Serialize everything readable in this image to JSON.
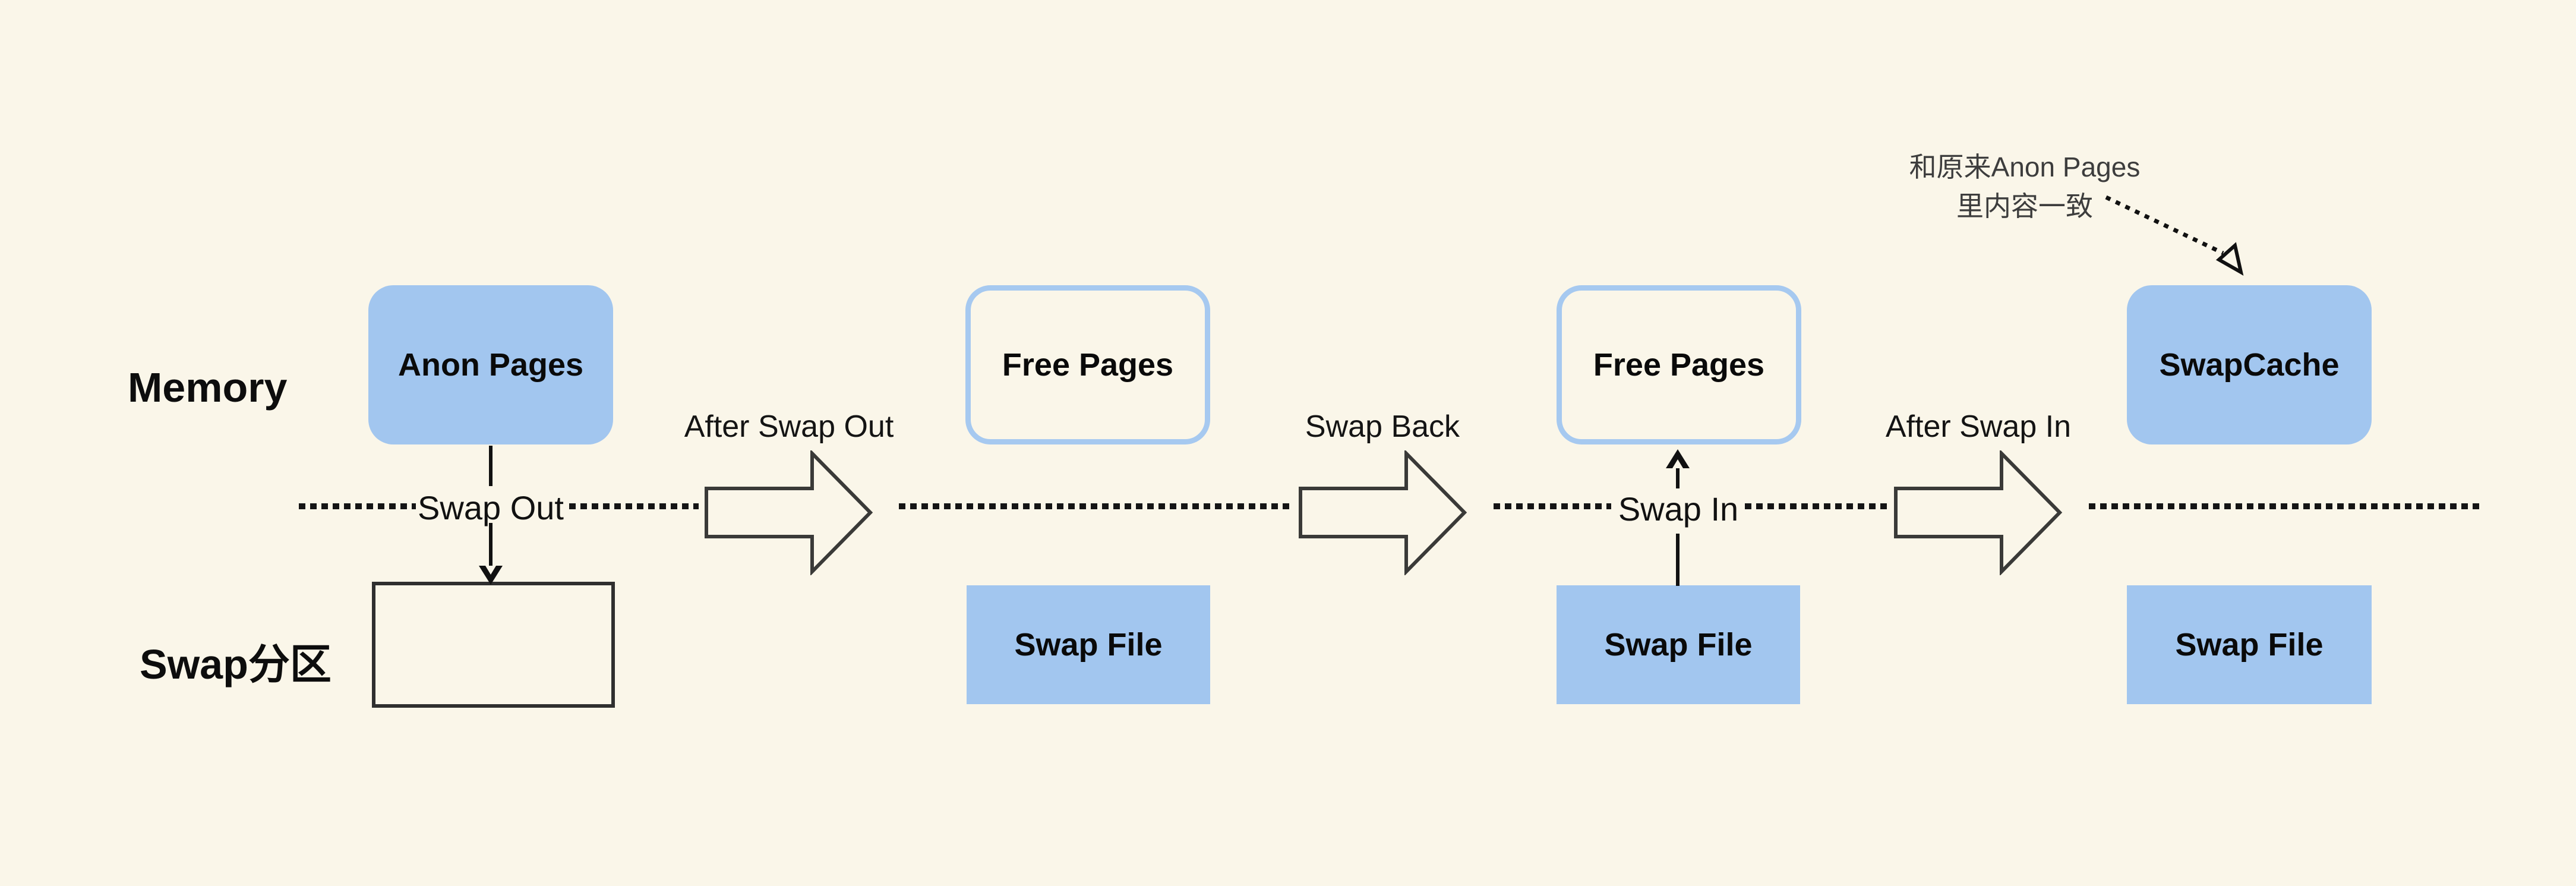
{
  "diagram": {
    "background_color": "#FAF6E9",
    "accent_blue": "#A2C6EF",
    "line_color": "#151515",
    "row_labels": {
      "memory": "Memory",
      "swap_partition": "Swap分区"
    },
    "memory_boxes": [
      {
        "label": "Anon Pages",
        "variant": "filled-blue-rounded"
      },
      {
        "label": "Free Pages",
        "variant": "blue-outline-rounded"
      },
      {
        "label": "Free Pages",
        "variant": "blue-outline-rounded"
      },
      {
        "label": "SwapCache",
        "variant": "filled-blue-rounded"
      }
    ],
    "swap_boxes": [
      {
        "label": "",
        "variant": "empty-dark-outline"
      },
      {
        "label": "Swap File",
        "variant": "filled-blue"
      },
      {
        "label": "Swap File",
        "variant": "filled-blue"
      },
      {
        "label": "Swap File",
        "variant": "filled-blue"
      }
    ],
    "flow_labels": {
      "swap_out": "Swap Out",
      "swap_in": "Swap In"
    },
    "stage_arrows": [
      {
        "label": "After Swap Out"
      },
      {
        "label": "Swap Back"
      },
      {
        "label": "After Swap In"
      }
    ],
    "annotation": {
      "line1": "和原来Anon Pages",
      "line2": "里内容一致"
    }
  }
}
